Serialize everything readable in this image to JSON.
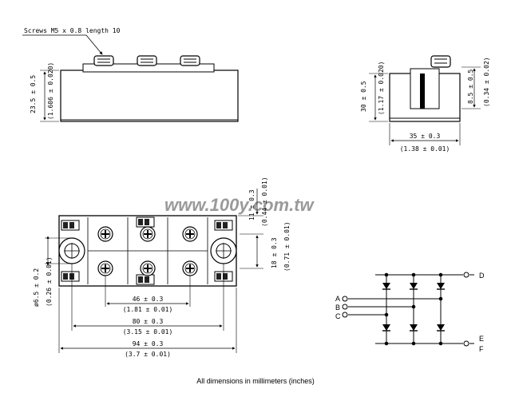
{
  "notes": {
    "screw_callout": "Screws M5 x 0.8 length 10",
    "caption": "All dimensions in millimeters (inches)",
    "watermark": "www.100y.com.tw"
  },
  "side_view": {
    "height_mm": "23.5 ± 0.5",
    "height_in": "(1.606 ± 0.020)"
  },
  "end_view": {
    "height_mm": "30 ± 0.5",
    "height_in": "(1.17 ± 0.020)",
    "body_mm": "8.5 ± 0.5",
    "body_in": "(0.34 ± 0.02)",
    "width_mm": "35 ± 0.3",
    "width_in": "(1.38 ± 0.01)"
  },
  "top_view": {
    "top_offset_mm": "11 ± 0.3",
    "top_offset_in": "(0.44 ± 0.01)",
    "row_pitch_mm": "18 ± 0.3",
    "row_pitch_in": "(0.71 ± 0.01)",
    "hole_mm": "ø6.5 ± 0.2",
    "hole_in": "(0.26 ± 0.01)",
    "pitch1_mm": "46 ± 0.3",
    "pitch1_in": "(1.81 ± 0.01)",
    "pitch2_mm": "80 ± 0.3",
    "pitch2_in": "(3.15 ± 0.01)",
    "overall_mm": "94 ± 0.3",
    "overall_in": "(3.7 ± 0.01)"
  },
  "schematic": {
    "terminals": [
      "A",
      "B",
      "C",
      "D",
      "E",
      "F"
    ]
  }
}
